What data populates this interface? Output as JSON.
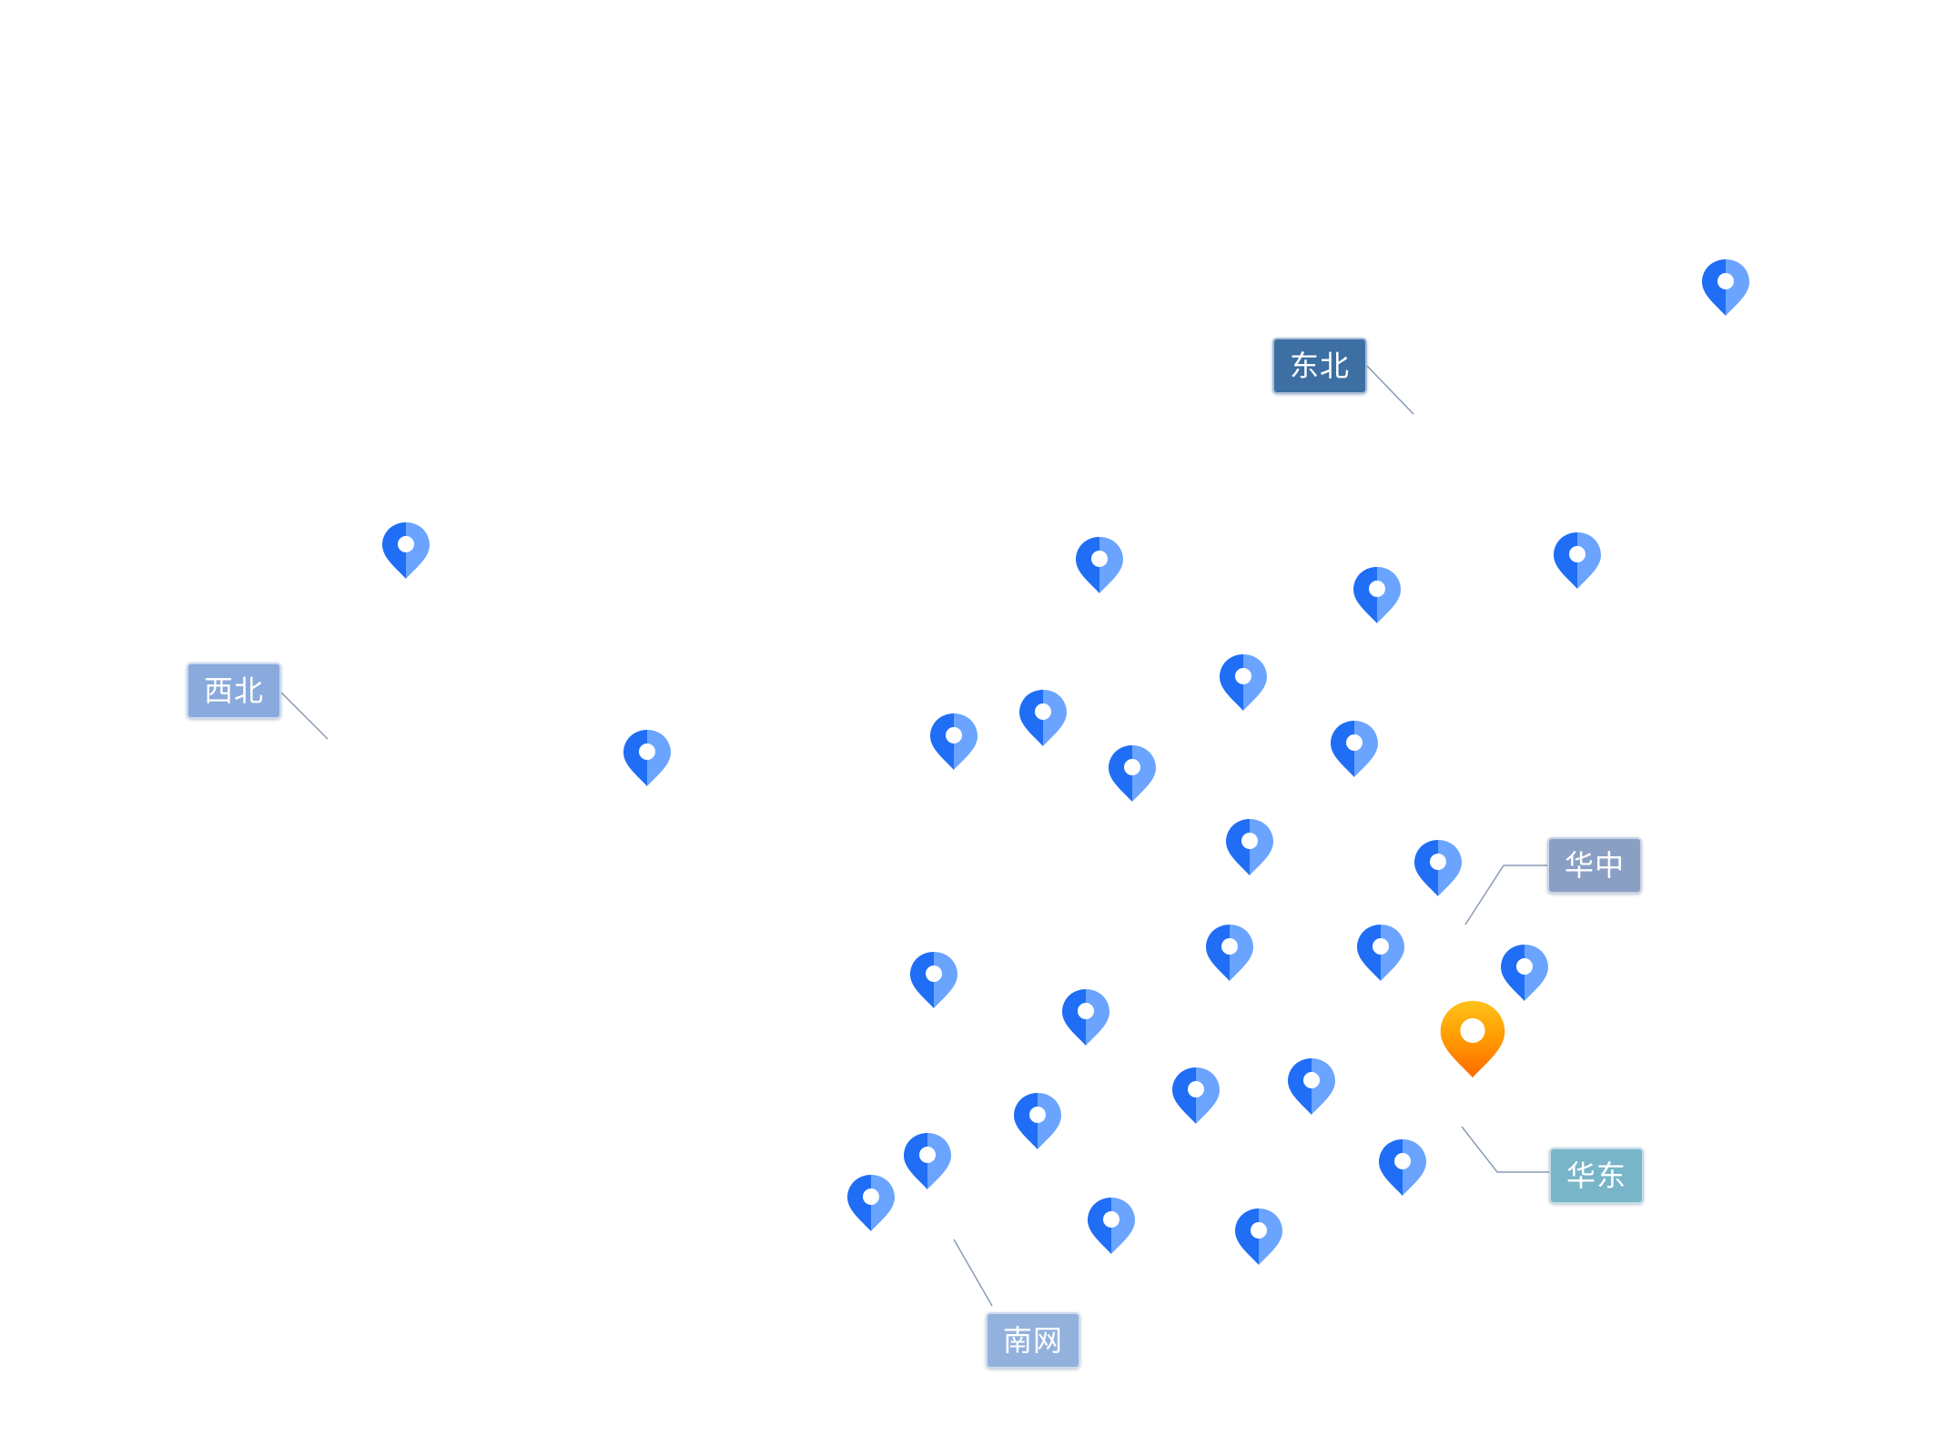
{
  "map": {
    "regions": [
      {
        "id": "dongbei",
        "label": "东北",
        "color": "#3d6fa3"
      },
      {
        "id": "xibei",
        "label": "西北",
        "color": "#8aa9dc"
      },
      {
        "id": "huazhong",
        "label": "华中",
        "color": "#8a9fc4"
      },
      {
        "id": "huadong",
        "label": "华东",
        "color": "#78b5c9"
      },
      {
        "id": "nanwang",
        "label": "南网",
        "color": "#92b1dc"
      }
    ],
    "markers": {
      "icon": "map-pin-icon",
      "color": "#1f6ef5",
      "count": 27,
      "highlight": {
        "icon": "map-pin-icon",
        "color": "#ff9a00"
      }
    }
  }
}
